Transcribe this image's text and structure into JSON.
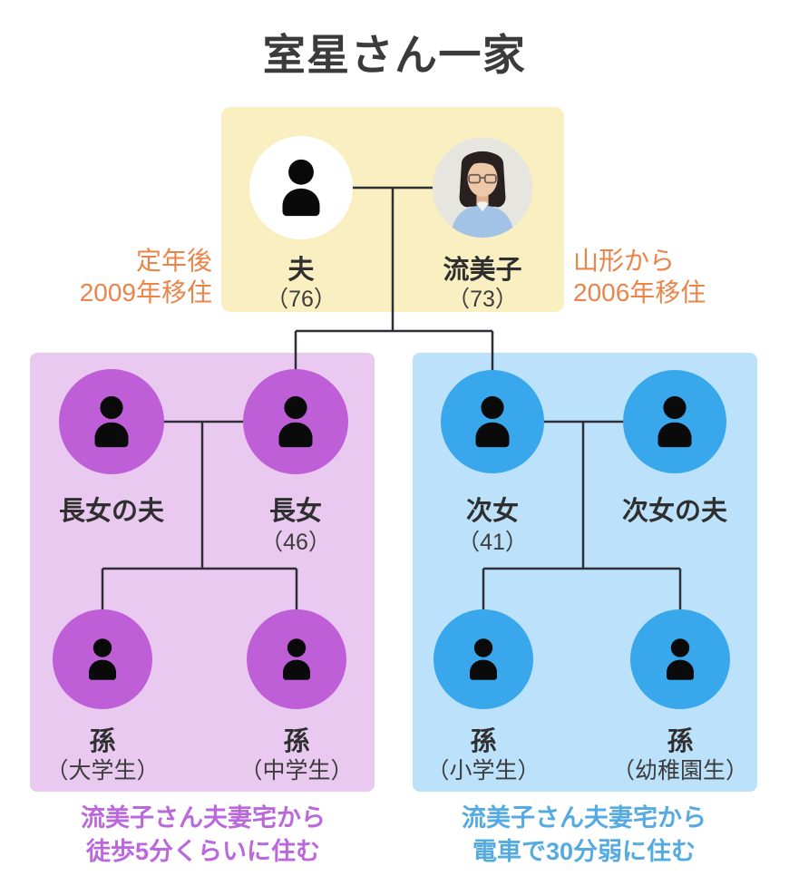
{
  "title": "室星さん一家",
  "colors": {
    "parents_box": "#faefc1",
    "eldest_box": "#eac9f1",
    "eldest_circle": "#bf5fd8",
    "second_box": "#bbe2fa",
    "second_circle": "#38a7ec",
    "note_orange": "#ec8449",
    "eldest_caption": "#ba68dc",
    "second_caption": "#55abe1",
    "connector_line": "#2e2e36",
    "text_dark": "#3b3b3b"
  },
  "parents": {
    "husband": {
      "name": "夫",
      "age": "（76）"
    },
    "wife": {
      "name": "流美子",
      "age": "（73）"
    },
    "husband_note": {
      "line1": "定年後",
      "line2": "2009年移住"
    },
    "wife_note": {
      "line1": "山形から",
      "line2": "2006年移住"
    }
  },
  "eldest_family": {
    "spouse": {
      "name": "長女の夫"
    },
    "daughter": {
      "name": "長女",
      "age": "（46）"
    },
    "grandchild_1": {
      "name": "孫",
      "school": "（大学生）"
    },
    "grandchild_2": {
      "name": "孫",
      "school": "（中学生）"
    },
    "caption": {
      "line1": "流美子さん夫妻宅から",
      "line2": "徒歩5分くらいに住む"
    }
  },
  "second_family": {
    "daughter": {
      "name": "次女",
      "age": "（41）"
    },
    "spouse": {
      "name": "次女の夫"
    },
    "grandchild_1": {
      "name": "孫",
      "school": "（小学生）"
    },
    "grandchild_2": {
      "name": "孫",
      "school": "（幼稚園生）"
    },
    "caption": {
      "line1": "流美子さん夫妻宅から",
      "line2": "電車で30分弱に住む"
    }
  }
}
